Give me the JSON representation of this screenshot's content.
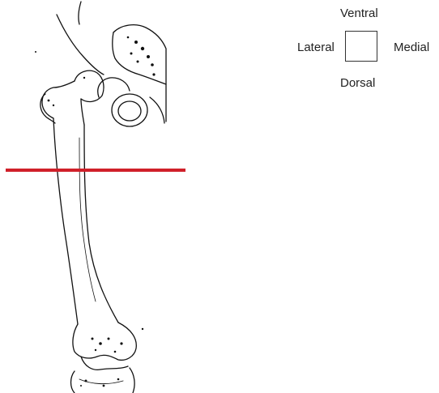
{
  "orientation": {
    "ventral": "Ventral",
    "lateral": "Lateral",
    "medial": "Medial",
    "dorsal": "Dorsal"
  },
  "colors": {
    "section_line": "#d0202a",
    "outline": "#111111",
    "background": "#ffffff"
  },
  "icons": {
    "illustration": "femur-hip-knee-line-drawing",
    "orientation_box": "empty-square-orientation-marker"
  }
}
